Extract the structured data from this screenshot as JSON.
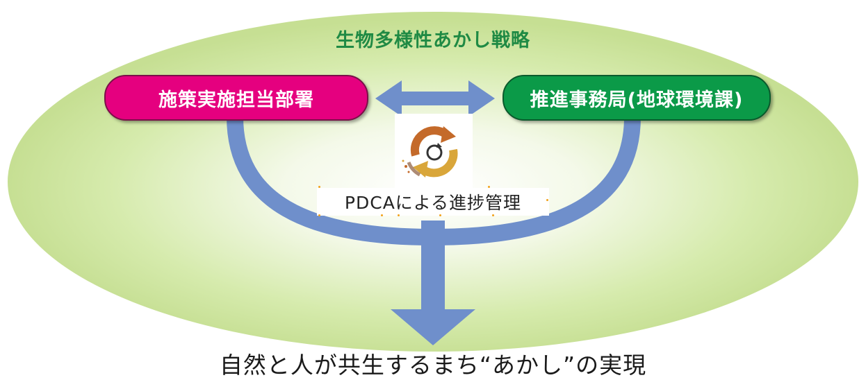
{
  "diagram": {
    "title": "生物多様性あかし戦略",
    "left_box": "施策実施担当部署",
    "right_box": "推進事務局(地球環境課)",
    "center_label": "PDCAによる進捗管理",
    "result": "自然と人が共生するまち“あかし”の実現"
  },
  "colors": {
    "ellipse_outer": "#c9e29a",
    "ellipse_inner": "#ffffff",
    "title": "#1f8a44",
    "left_box": "#e5007f",
    "right_box": "#0b9a48",
    "arrow": "#6f8fcb"
  },
  "icons": {
    "double_arrow": "double-headed-arrow-icon",
    "cycle": "pdca-cycle-icon",
    "down_arrow": "down-arrow-icon"
  }
}
